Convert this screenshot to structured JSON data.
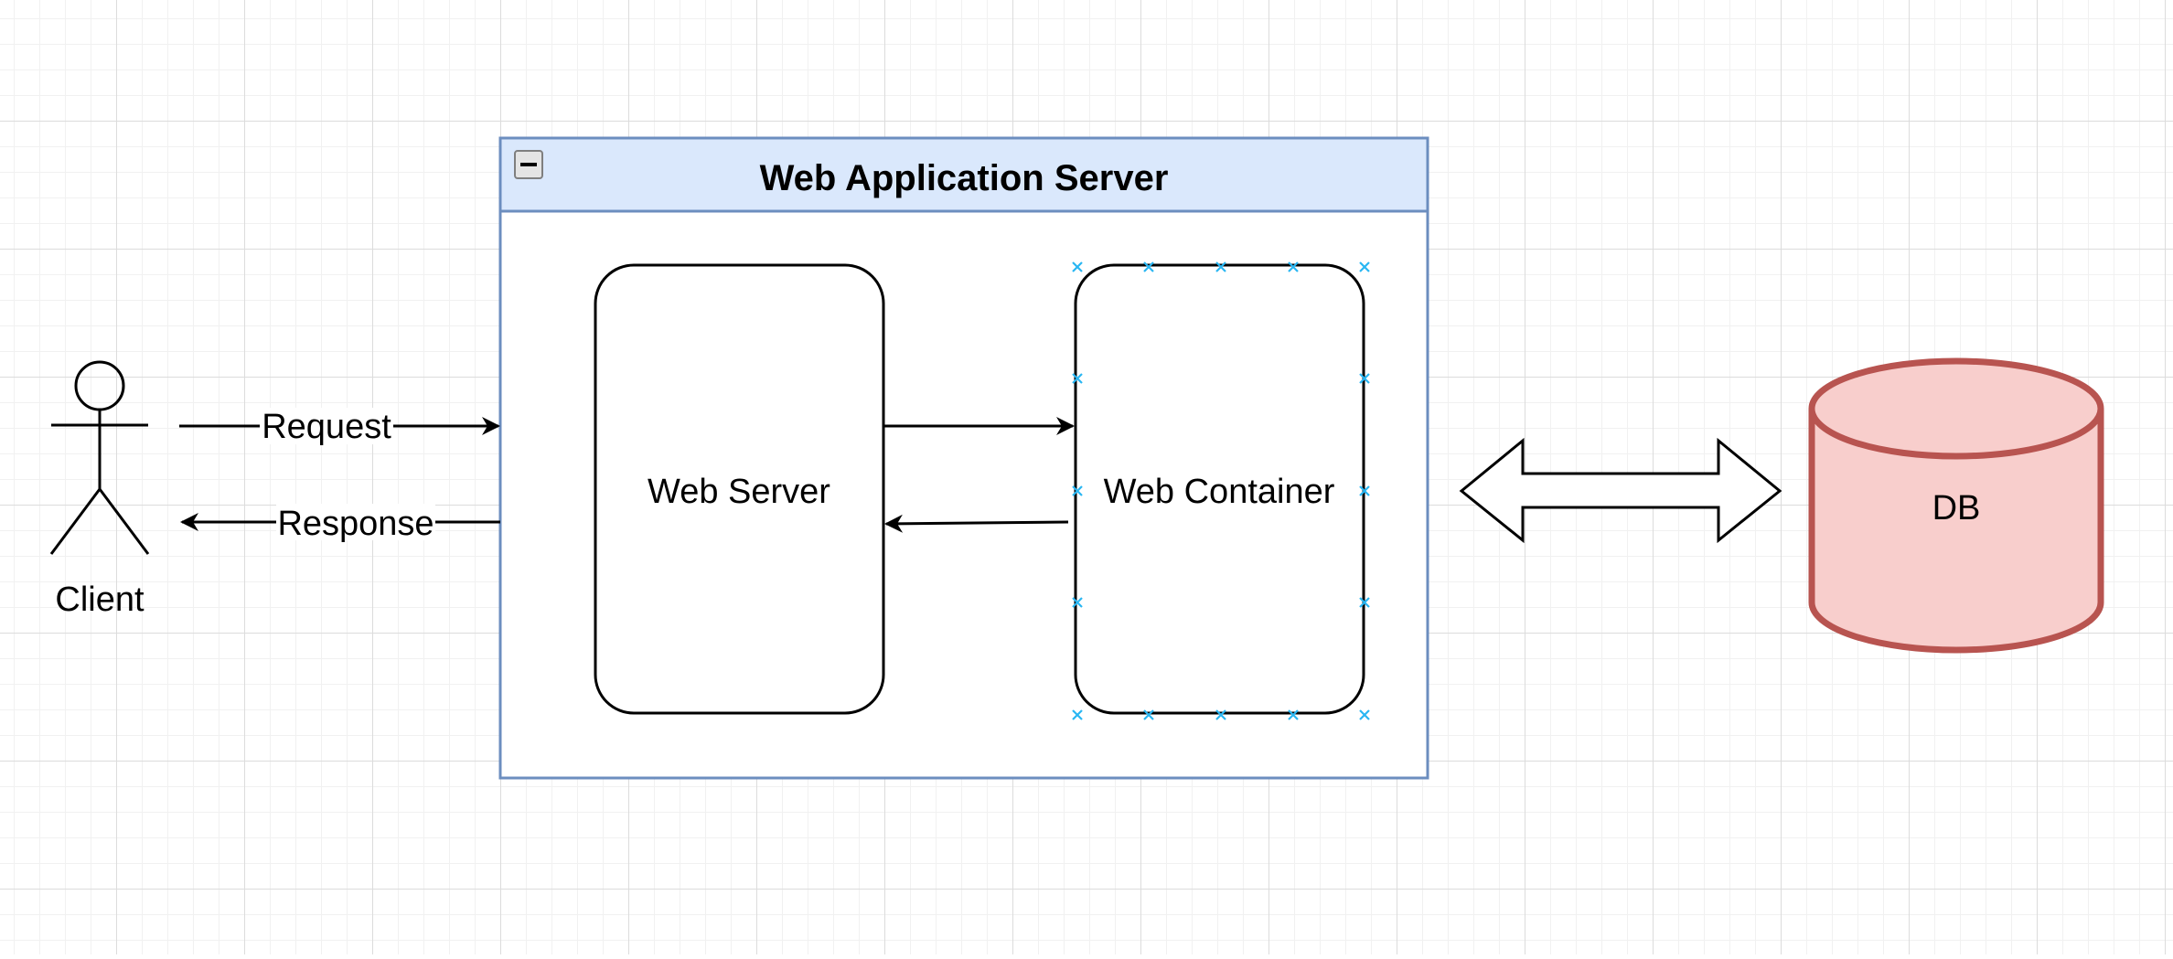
{
  "diagram": {
    "container": {
      "title": "Web Application Server",
      "collapse_icon": "minus-icon",
      "header_fill": "#dae8fc",
      "border_color": "#6c8ebf"
    },
    "nodes": {
      "client": {
        "label": "Client",
        "shape": "actor"
      },
      "web_server": {
        "label": "Web Server",
        "shape": "rounded-rectangle"
      },
      "web_container": {
        "label": "Web Container",
        "shape": "rounded-rectangle",
        "selected": true
      },
      "db": {
        "label": "DB",
        "shape": "cylinder",
        "fill": "#f8cecc",
        "stroke": "#b85450"
      }
    },
    "edges": {
      "request": {
        "label": "Request",
        "from": "client",
        "to": "container"
      },
      "response": {
        "label": "Response",
        "from": "container",
        "to": "client"
      },
      "server_to_container": {
        "label": "",
        "from": "web_server",
        "to": "web_container"
      },
      "container_to_server": {
        "label": "",
        "from": "web_container",
        "to": "web_server"
      },
      "container_db": {
        "label": "",
        "from": "container",
        "to": "db",
        "shape": "double-arrow"
      }
    },
    "selection_color": "#29b6f2"
  }
}
